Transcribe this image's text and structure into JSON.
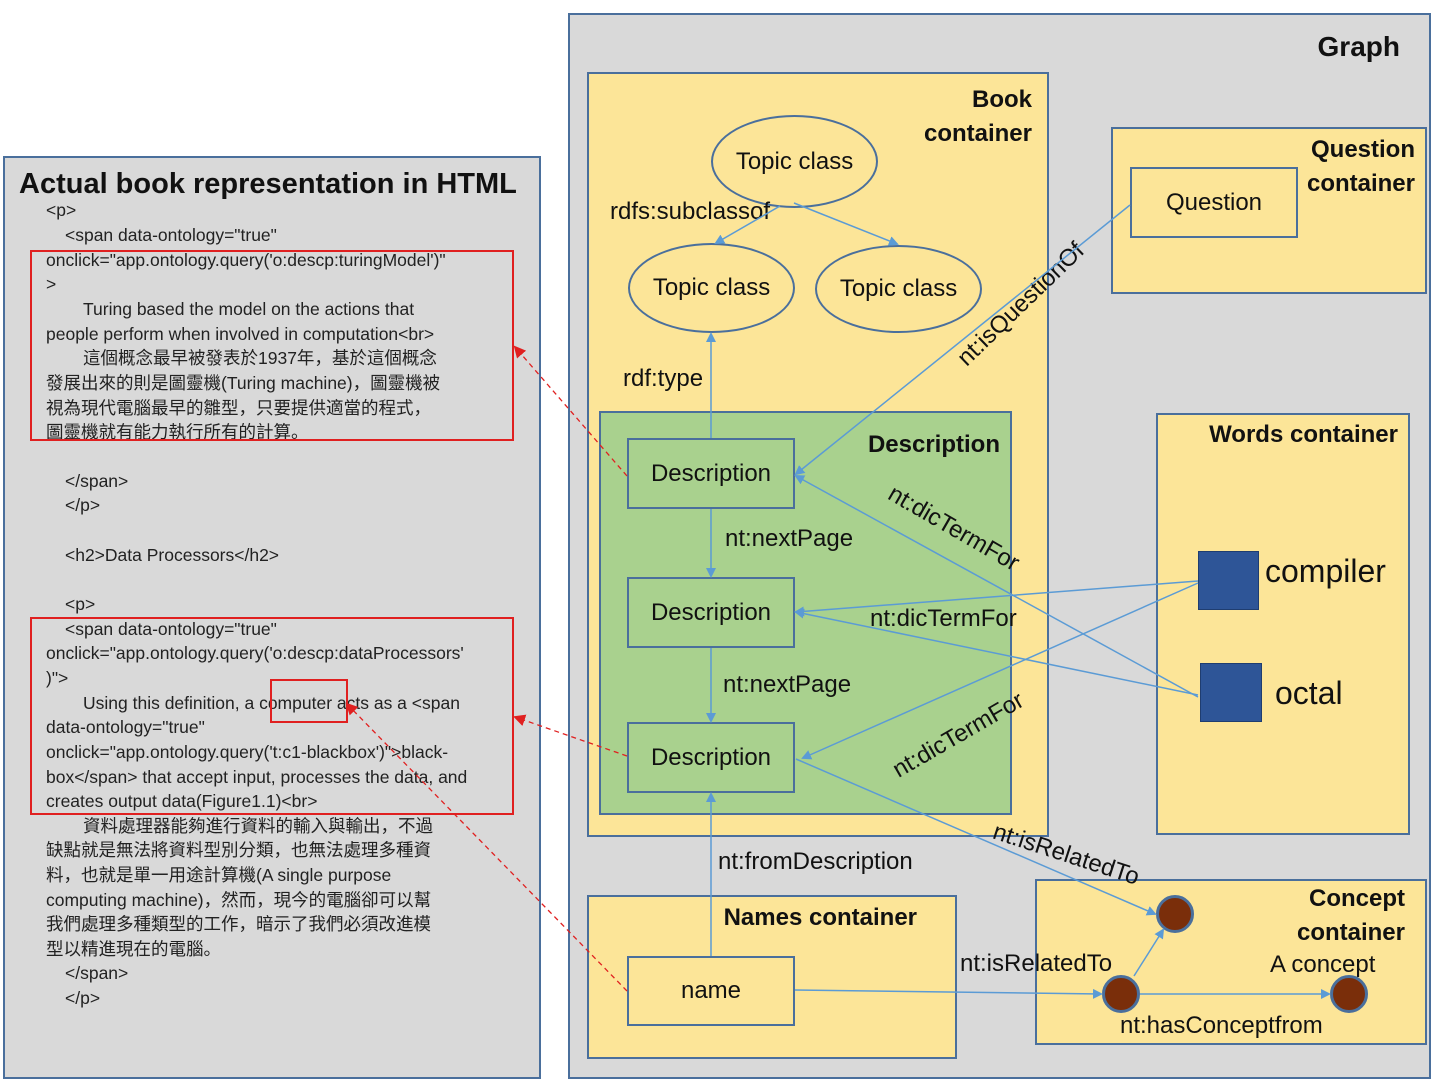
{
  "left": {
    "title": "Actual book representation in HTML",
    "lines": [
      "<p>",
      "<span data-ontology=\"true\"",
      "onclick=\"app.ontology.query('o:descp:turingModel')\"",
      ">",
      "Turing based the model on the actions that",
      "people perform when involved in computation<br>",
      "這個概念最早被發表於1937年，基於這個概念",
      "發展出來的則是圖靈機(Turing machine)，圖靈機被",
      "視為現代電腦最早的雛型，只要提供適當的程式，",
      "圖靈機就有能力執行所有的計算。",
      "</span>",
      "</p>",
      "<h2>Data Processors</h2>",
      "<p>",
      "<span data-ontology=\"true\"",
      "onclick=\"app.ontology.query('o:descp:dataProcessors'",
      ")\">",
      "Using this definition, a computer acts as a <span",
      "data-ontology=\"true\"",
      "onclick=\"app.ontology.query('t:c1-blackbox')\">black-",
      "box</span> that accept input, processes the data, and",
      "creates output data(Figure1.1)<br>",
      "資料處理器能夠進行資料的輸入與輸出，不過",
      "缺點就是無法將資料型別分類，也無法處理多種資",
      "料，也就是單一用途計算機(A single purpose",
      "computing machine)，然而，現今的電腦卻可以幫",
      "我們處理多種類型的工作，暗示了我們必須改進模",
      "型以精進現在的電腦。",
      "</span>",
      "</p>"
    ]
  },
  "graph": {
    "title": "Graph",
    "book_container": "Book\ncontainer",
    "topic_class_top": "Topic class",
    "topic_class_left": "Topic class",
    "topic_class_right": "Topic class",
    "rdfs_subclassof": "rdfs:subclassof",
    "rdf_type": "rdf:type",
    "description_title": "Description",
    "description_1": "Description",
    "description_2": "Description",
    "description_3": "Description",
    "next_page_1": "nt:nextPage",
    "next_page_2": "nt:nextPage",
    "question_container": "Question\ncontainer",
    "question": "Question",
    "is_question_of": "nt:isQuestionOf",
    "words_container": "Words container",
    "word_compiler": "compiler",
    "word_octal": "octal",
    "dic_term_for_1": "nt:dicTermFor",
    "dic_term_for_2": "nt:dicTermFor",
    "dic_term_for_3": "nt:dicTermFor",
    "from_description": "nt:fromDescription",
    "names_container": "Names container",
    "name": "name",
    "is_related_to_1": "nt:isRelatedTo",
    "is_related_to_2": "nt:isRelatedTo",
    "concept_container": "Concept\ncontainer",
    "a_concept": "A concept",
    "has_concept_from": "nt:hasConceptfrom"
  }
}
